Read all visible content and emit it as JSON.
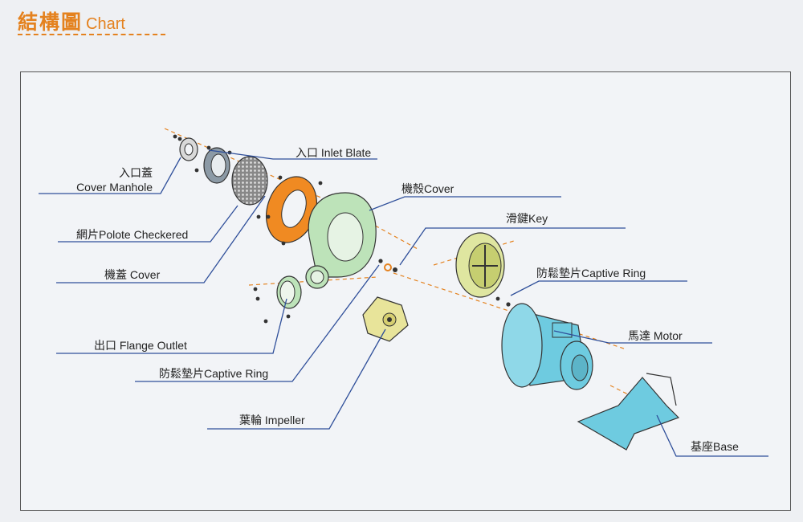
{
  "header": {
    "title_zh": "結構圖",
    "title_en": "Chart"
  },
  "colors": {
    "accent": "#e4821f",
    "leader_line": "#2f4f9a",
    "cover_green": "#bde3b9",
    "flange_orange": "#f08a22",
    "impeller_yellow": "#e8e49a",
    "motor_blue": "#6ecbe0"
  },
  "labels": {
    "inlet_blate": "入口 Inlet Blate",
    "cover_manhole_zh": "入口蓋",
    "cover_manhole_en": "Cover Manhole",
    "housing_cover": "機殼Cover",
    "key": "滑鍵Key",
    "polote_checkered": "網片Polote Checkered",
    "captive_ring_right": "防鬆墊片Captive Ring",
    "machine_cover": "機蓋 Cover",
    "motor": "馬達 Motor",
    "flange_outlet": "出口 Flange Outlet",
    "captive_ring_left": "防鬆墊片Captive Ring",
    "impeller": "葉輪 Impeller",
    "base": "基座Base"
  }
}
